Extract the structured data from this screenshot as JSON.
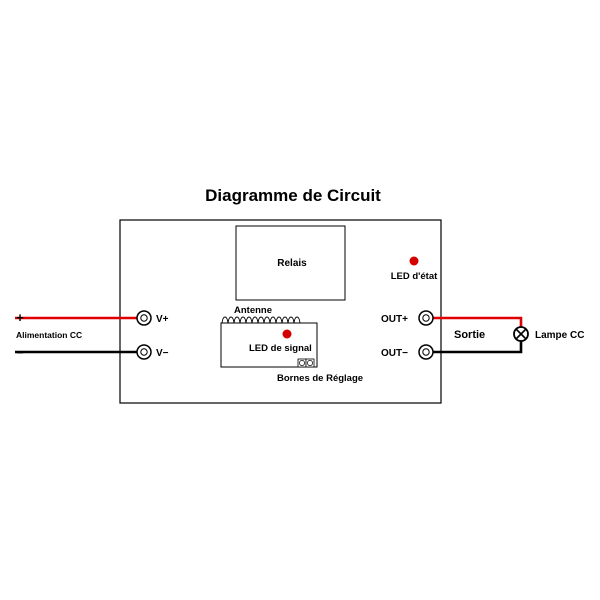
{
  "title": "Diagramme de Circuit",
  "board": {
    "relay_label": "Relais",
    "status_led_label": "LED d'état",
    "antenna_label": "Antenne",
    "signal_led_label": "LED de signal",
    "adjust_terminals_label": "Bornes de Réglage"
  },
  "terminals": {
    "v_plus": "V+",
    "v_minus": "V−",
    "out_plus": "OUT+",
    "out_minus": "OUT−"
  },
  "power_supply": {
    "plus_sign": "+",
    "minus_sign": "−",
    "label": "Alimentation CC"
  },
  "output": {
    "label": "Sortie",
    "lamp_label": "Lampe CC"
  },
  "colors": {
    "positive_wire": "#e00000",
    "negative_wire": "#000000",
    "led": "#d40000"
  }
}
